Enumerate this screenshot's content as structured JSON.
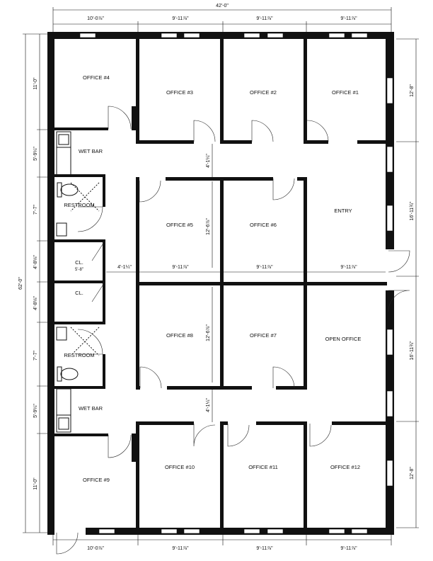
{
  "rooms": {
    "office4": "OFFICE #4",
    "office3": "OFFICE #3",
    "office2": "OFFICE #2",
    "office1": "OFFICE #1",
    "wetbar_top": "WET BAR",
    "restroom_top": "RESTROOM",
    "office5": "OFFICE #5",
    "office6": "OFFICE #6",
    "entry": "ENTRY",
    "closet_top": "CL.",
    "closet_bottom": "CL.",
    "office8": "OFFICE #8",
    "office7": "OFFICE #7",
    "open_office": "OPEN OFFICE",
    "restroom_bottom": "RESTROOM",
    "wetbar_bottom": "WET BAR",
    "office9": "OFFICE #9",
    "office10": "OFFICE #10",
    "office11": "OFFICE #11",
    "office12": "OFFICE #12"
  },
  "dimensions": {
    "overall_width": "42'-0\"",
    "overall_height": "62'-0\"",
    "top_col1": "10'-0⅞\"",
    "top_col2": "9'-11⅞\"",
    "top_col3": "9'-11⅞\"",
    "top_col4": "9'-11⅞\"",
    "bottom_col1": "10'-0⅞\"",
    "bottom_col2": "9'-11⅞\"",
    "bottom_col3": "9'-11⅞\"",
    "bottom_col4": "9'-11⅞\"",
    "left_1": "11'-0\"",
    "left_2": "5'-9¼\"",
    "left_3": "7'-7\"",
    "left_4": "4'-8⅛\"",
    "left_5": "4'-8⅛\"",
    "left_6": "7'-7\"",
    "left_7": "5'-9¼\"",
    "left_8": "11'-0\"",
    "right_1": "12'-8\"",
    "right_2": "16'-11¾\"",
    "right_3": "16'-11¾\"",
    "right_4": "12'-8\"",
    "corridor_top": "4'-1¼\"",
    "corridor_bottom": "4'-1¼\"",
    "office5_height": "12'-6⅞\"",
    "office8_height": "12'-6⅞\"",
    "mid_hall": "4'-1¼\"",
    "mid_col2": "9'-11⅞\"",
    "mid_col3": "9'-11⅞\"",
    "mid_col4": "9'-11⅞\"",
    "closet_width": "5'-8\""
  }
}
